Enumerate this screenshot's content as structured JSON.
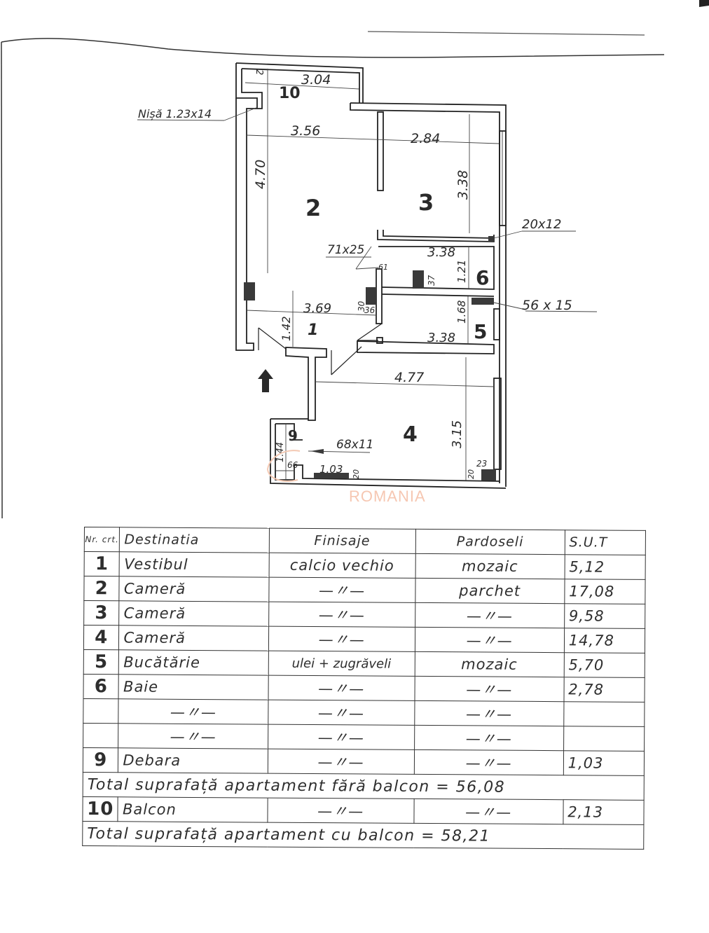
{
  "watermark": "ROMANIA",
  "plan": {
    "rooms": [
      {
        "id": "1",
        "label": "1"
      },
      {
        "id": "2",
        "label": "2"
      },
      {
        "id": "3",
        "label": "3"
      },
      {
        "id": "4",
        "label": "4"
      },
      {
        "id": "5",
        "label": "5"
      },
      {
        "id": "6",
        "label": "6"
      },
      {
        "id": "9",
        "label": "9"
      },
      {
        "id": "10",
        "label": "10"
      }
    ],
    "dimensions": {
      "balcony_width": "3.04",
      "balcony_depth": "2",
      "room2_width": "3.56",
      "room2_length": "4.70",
      "room3_width": "2.84",
      "room3_length": "3.38",
      "room6_width": "3.38",
      "room6_length": "1.21",
      "room5_width": "3.38",
      "room5_length": "1.68",
      "hall_width": "3.69",
      "hall_length": "1.42",
      "room4_width": "4.77",
      "room4_length": "3.15",
      "closet_length": "1.44",
      "closet_width": "1.03",
      "wall_30": "30",
      "wall_36": "36",
      "wall_37": "37",
      "wall_61": "61",
      "wall_66": "66",
      "wall_20a": "20",
      "wall_20b": "20",
      "wall_23": "23"
    },
    "annotations": {
      "nisa": "Nișă 1.23x14",
      "vent_20x12": "20x12",
      "vent_71x25": "71x25",
      "vent_56x15": "56 x 15",
      "vent_68x11": "68x11"
    },
    "entrance_arrow": "arrow-up-icon"
  },
  "table": {
    "headers": {
      "nr": "Nr. crt.",
      "destinatia": "Destinatia",
      "finisaje": "Finisaje",
      "pardoseli": "Pardoseli",
      "sut": "S.U.T"
    },
    "rows": [
      {
        "nr": "1",
        "destinatia": "Vestibul",
        "finisaje": "calcio vechio",
        "pardoseli": "mozaic",
        "sut": "5,12"
      },
      {
        "nr": "2",
        "destinatia": "Cameră",
        "finisaje": "—〃—",
        "pardoseli": "parchet",
        "sut": "17,08"
      },
      {
        "nr": "3",
        "destinatia": "Cameră",
        "finisaje": "—〃—",
        "pardoseli": "—〃—",
        "sut": "9,58"
      },
      {
        "nr": "4",
        "destinatia": "Cameră",
        "finisaje": "—〃—",
        "pardoseli": "—〃—",
        "sut": "14,78"
      },
      {
        "nr": "5",
        "destinatia": "Bucătărie",
        "finisaje": "ulei + zugrăveli",
        "pardoseli": "mozaic",
        "sut": "5,70"
      },
      {
        "nr": "6",
        "destinatia": "Baie",
        "finisaje": "—〃—",
        "pardoseli": "—〃—",
        "sut": "2,78"
      },
      {
        "nr": "",
        "destinatia": "—〃—",
        "finisaje": "—〃—",
        "pardoseli": "—〃—",
        "sut": ""
      },
      {
        "nr": "",
        "destinatia": "—〃—",
        "finisaje": "—〃—",
        "pardoseli": "—〃—",
        "sut": ""
      },
      {
        "nr": "9",
        "destinatia": "Debara",
        "finisaje": "—〃—",
        "pardoseli": "—〃—",
        "sut": "1,03"
      }
    ],
    "total_without_balcony": "Total suprafață apartament fără balcon = 56,08",
    "balcony_row": {
      "nr": "10",
      "destinatia": "Balcon",
      "finisaje": "—〃—",
      "pardoseli": "—〃—",
      "sut": "2,13"
    },
    "total_with_balcony": "Total suprafață apartament cu balcon = 58,21"
  }
}
